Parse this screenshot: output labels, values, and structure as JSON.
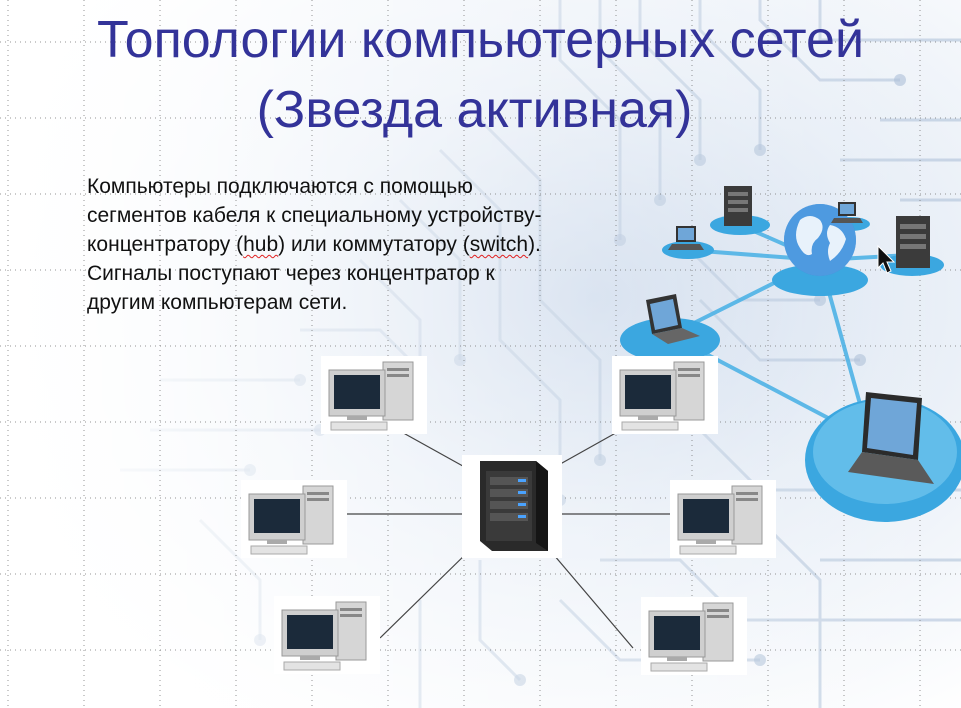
{
  "slide": {
    "title_line1": "Топологии компьютерных сетей",
    "title_line2": "(Звезда активная)",
    "body": {
      "part1": "Компьютеры подключаются с помощью сегментов кабеля к специальному устройству-концентратору (",
      "hub": "hub",
      "part2": ") или коммутатору (",
      "switch": "switch",
      "part3": "). Сигналы поступают через концентратор к другим компьютерам сети."
    },
    "colors": {
      "title": "#333399",
      "spell_underline": "#e02020",
      "circuit": "#b8c8dc",
      "network_blue": "#3ba7e0"
    }
  },
  "diagram": {
    "center": "server-icon",
    "workstations": [
      "desktop-computer-icon",
      "desktop-computer-icon",
      "desktop-computer-icon",
      "desktop-computer-icon",
      "desktop-computer-icon",
      "desktop-computer-icon"
    ]
  },
  "illustration": {
    "hub": "globe-icon",
    "nodes": [
      "server-icon",
      "server-icon",
      "laptop-icon",
      "laptop-icon",
      "laptop-icon",
      "laptop-icon"
    ]
  }
}
